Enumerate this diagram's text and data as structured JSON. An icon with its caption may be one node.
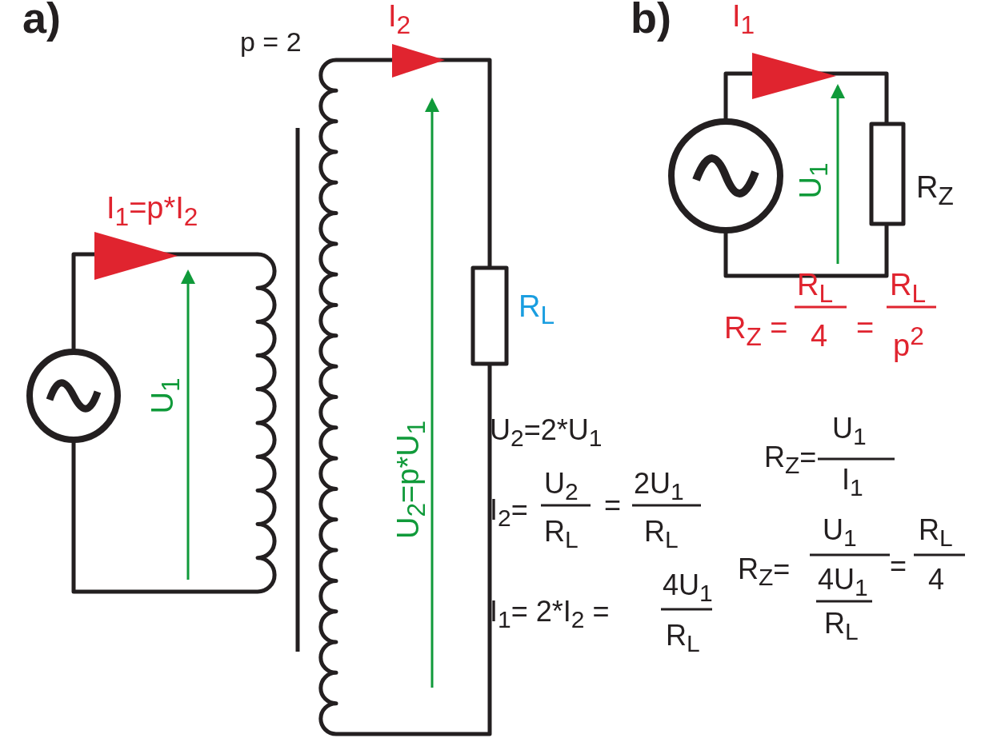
{
  "diagram": {
    "labels": [
      "a)",
      "p = 2",
      "I$_{2}$",
      "b)",
      "I$_{1}$",
      "I$_{1}$=p*I$_{2}$",
      "U$_{1}$",
      "U$_{2}$=p*U$_{1}$",
      "R$_{L}$",
      "U$_{1}$",
      "R$_{Z}$",
      "R$_{Z}$ =",
      "R$_{L}$",
      "4",
      "=",
      "R$_{L}$",
      "p$^{2}$",
      "U$_{2}$=2*U$_{1}$",
      "I$_{2}$=",
      "U$_{2}$",
      "R$_{L}$",
      "=",
      "2U$_{1}$",
      "R$_{L}$",
      "R$_{Z}$=",
      "U$_{1}$",
      "I$_{1}$",
      "I$_{1}$= 2*I$_{2}$ =",
      "4U$_{1}$",
      "R$_{L}$",
      "R$_{Z}$=",
      "U$_{1}$",
      "4U$_{1}$",
      "R$_{L}$",
      "=",
      "R$_{L}$",
      "4"
    ]
  }
}
